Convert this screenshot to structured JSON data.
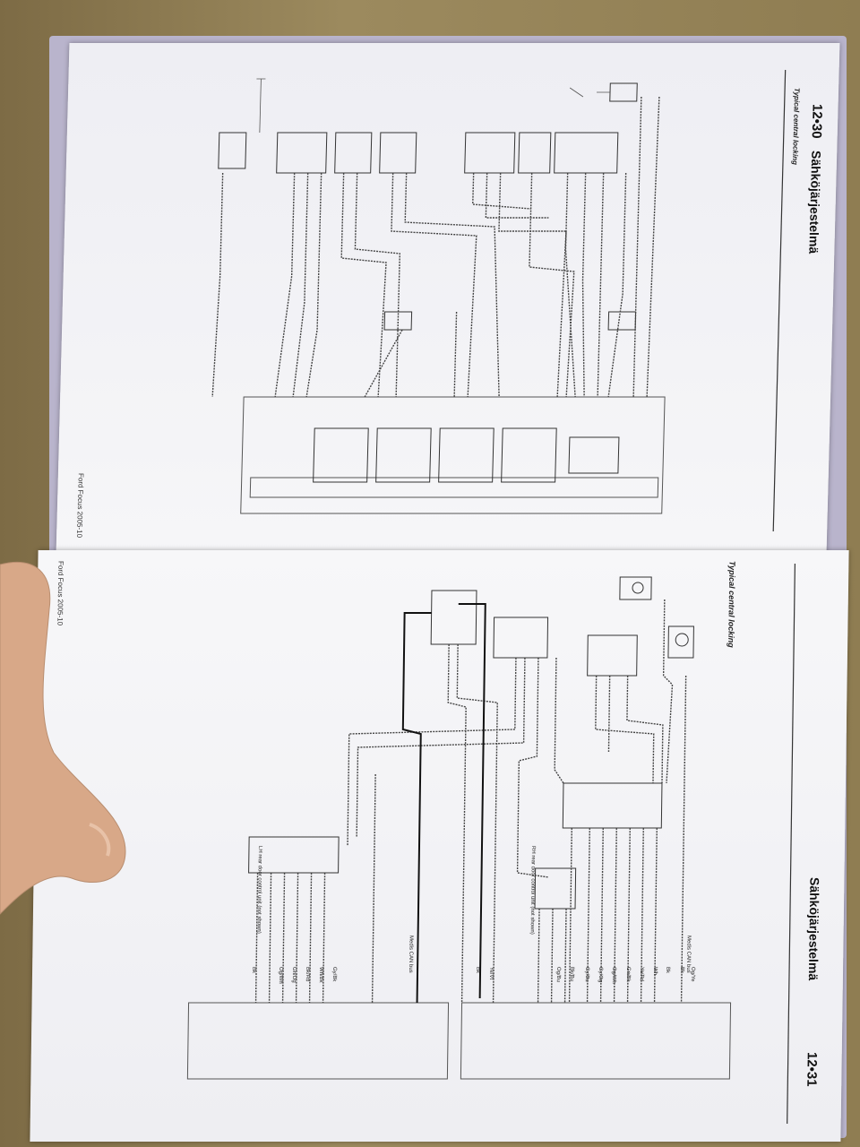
{
  "page_left": {
    "page_number": "12•30",
    "title": "Sähköjärjestelmä",
    "caption": "Typical central locking",
    "footer": "Ford Focus 2005-10"
  },
  "page_right": {
    "page_number": "12•31",
    "title": "Sähköjärjestelmä",
    "caption": "Typical central locking",
    "footer": "Ford Focus 2005-10",
    "notes": [
      "Medis CAN bus",
      "Medis CAN bus",
      "RH rear door control unit (not shown)",
      "LH rear door control unit (not shown)"
    ],
    "wire_labels": [
      "Og/Ye",
      "Bk",
      "Bk",
      "Wh",
      "Ye/Rd",
      "Gn/Bk",
      "Og/Wh",
      "Gy/Og",
      "Gy/Bu",
      "Bk/Bu",
      "Og/Bu",
      "Ye/Vt",
      "Bk",
      "Gy/Bk",
      "Wh/Bk",
      "Bk/Rd",
      "Gn/Og",
      "Og/Wh",
      "Bk"
    ]
  },
  "colors": {
    "ink": "#2a2a2a",
    "paper": "#f4f4f6",
    "binder": "#b9b4cc"
  }
}
